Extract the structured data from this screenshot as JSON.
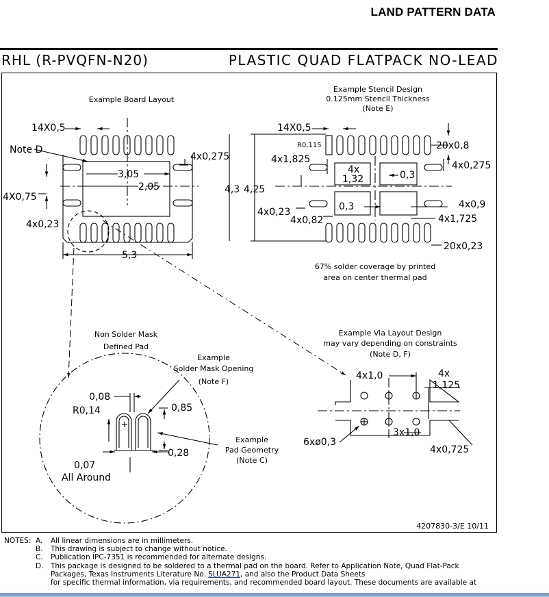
{
  "header": {
    "title": "LAND PATTERN DATA"
  },
  "package": {
    "code": "RHL (R-PVQFN-N20)",
    "type": "PLASTIC QUAD FLATPACK NO-LEAD"
  },
  "board_layout": {
    "title": "Example Board Layout",
    "dims": {
      "pitch": "14X0,5",
      "note_d": "Note D",
      "w_inner": "3,05",
      "w_mid": "2,05",
      "side_w": "4x0,275",
      "height": "4,3",
      "pad_w_left": "4X0,75",
      "pad_side": "4x0,23",
      "width": "5,3"
    }
  },
  "stencil": {
    "title": "Example Stencil Design",
    "thickness": "0.125mm Stencil Thickness",
    "note": "(Note E)",
    "dims": {
      "pitch": "14X0,5",
      "radius": "R0,115",
      "pad_h": "20x0,8",
      "side_h": "4x1,825",
      "blk1_a": "4x",
      "blk1_b": "1,32",
      "gap_a": "0,3",
      "side_w": "4x0,275",
      "height": "4,25",
      "gap_b": "0,3",
      "blk_w": "4x0,9",
      "side_b": "4x0,23",
      "side_c": "4x0,82",
      "side_d": "4x1,725",
      "pad_w": "20x0,23"
    },
    "coverage_1": "67% solder coverage by printed",
    "coverage_2": "area on center thermal pad"
  },
  "nsmd": {
    "title_1": "Non Solder Mask",
    "title_2": "Defined Pad",
    "mask_1": "Example",
    "mask_2": "Solder Mask Opening",
    "mask_3": "(Note F)",
    "gap": "0,08",
    "radius": "R0,14",
    "len": "0,85",
    "clear": "0,07",
    "all_around": "All Around",
    "pad_w": "0,28",
    "geom_1": "Example",
    "geom_2": "Pad Geometry",
    "geom_3": "(Note C)"
  },
  "via": {
    "title_1": "Example Via Layout Design",
    "title_2": "may vary depending on constraints",
    "title_3": "(Note D, F)",
    "pitch_x": "4x1,0",
    "blk_a": "4x",
    "blk_b": "1,125",
    "vias": "6xø0,3",
    "pitch_y": "3x1,0",
    "side": "4x0,725"
  },
  "drawing_id": "4207830-3/E 10/11",
  "notes": {
    "label": "NOTES:",
    "items": [
      {
        "letter": "A.",
        "text": "All linear dimensions are in millimeters."
      },
      {
        "letter": "B.",
        "text": "This drawing is subject to change without notice."
      },
      {
        "letter": "C.",
        "text": "Publication IPC-7351 is recommended for alternate designs."
      },
      {
        "letter": "D.",
        "text": "This package is designed to be soldered to a thermal pad on the board.  Refer to Application Note, Quad Flat-Pack"
      }
    ],
    "d_line2_pre": "Packages, Texas Instruments Literature No.",
    "d_line2_link": "SLUA271",
    "d_line2_post": ", and also the Product Data Sheets",
    "d_line3": "for specific thermal information, via requirements, and recommended board layout.  These documents are available at"
  }
}
